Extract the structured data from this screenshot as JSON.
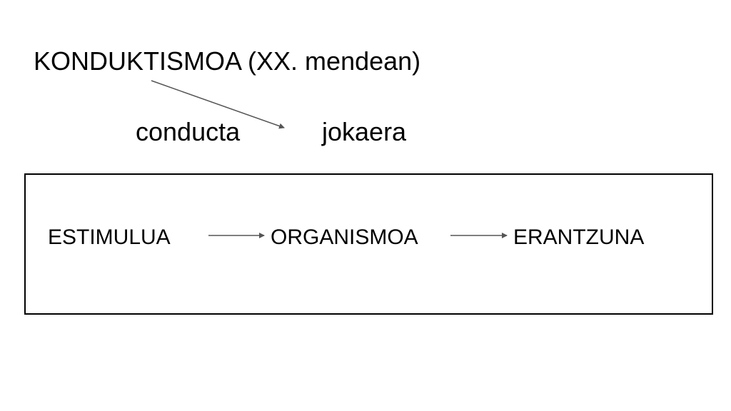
{
  "title": {
    "text": "KONDUKTISMOA (XX. mendean)"
  },
  "translation": {
    "source_word": "conducta",
    "target_word": "jokaera"
  },
  "flow": {
    "steps": [
      {
        "label": "ESTIMULUA"
      },
      {
        "label": "ORGANISMOA"
      },
      {
        "label": "ERANTZUNA"
      }
    ]
  },
  "colors": {
    "text": "#000000",
    "arrow": "#555555",
    "box_border": "#000000",
    "background": "#ffffff"
  }
}
